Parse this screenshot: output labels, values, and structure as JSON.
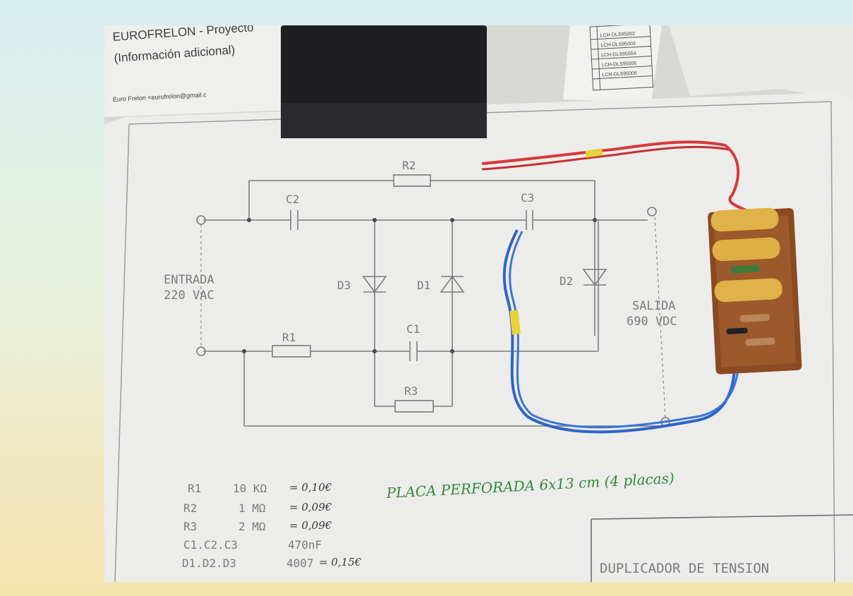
{
  "header": {
    "line1": "EUROFRELON - Proyecto",
    "line2": "(Información adicional)",
    "email": "Euro Frelon <eurofrelon@gmail.c"
  },
  "table_rows": [
    "LCH-DLS95002",
    "LCH-DLS95003",
    "LCH-DLS95004",
    "LCH-DLS95005",
    "LCH-DLS95006"
  ],
  "schematic": {
    "input_label_1": "ENTRADA",
    "input_label_2": "220 VAC",
    "output_label_1": "SALIDA",
    "output_label_2": "690 VDC",
    "components": {
      "r1": "R1",
      "r2": "R2",
      "r3": "R3",
      "c1": "C1",
      "c2": "C2",
      "c3": "C3",
      "d1": "D1",
      "d2": "D2",
      "d3": "D3"
    }
  },
  "bom": [
    {
      "ref": "R1",
      "value": "10 KΩ",
      "price": "= 0,10€"
    },
    {
      "ref": "R2",
      "value": "1 MΩ",
      "price": "= 0,09€"
    },
    {
      "ref": "R3",
      "value": "2 MΩ",
      "price": "= 0,09€"
    },
    {
      "ref": "C1.C2.C3",
      "value": "470nF",
      "price": ""
    },
    {
      "ref": "D1.D2.D3",
      "value": "4007",
      "price": "= 0,15€"
    }
  ],
  "handwritten_note": "PLACA PERFORADA 6x13 cm (4 placas)",
  "title_block": "DUPLICADOR DE TENSION",
  "colors": {
    "paper": "#ececea",
    "ink": "#7b7b7b",
    "pen_green": "#2f8a3c",
    "pcb": "#8a4a22",
    "capacitor": "#e0b24a",
    "wire_red": "#d8383a",
    "wire_blue": "#2f64c8"
  }
}
